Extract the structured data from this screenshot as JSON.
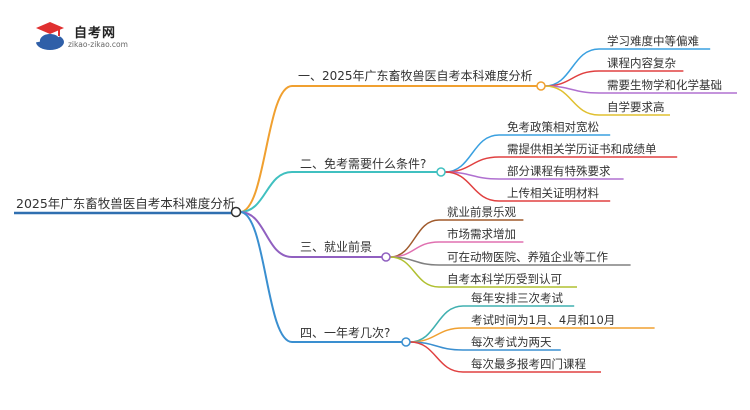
{
  "logo": {
    "brand": "自考网",
    "domain": "zikao-zikao.com"
  },
  "mindmap": {
    "root": "2025年广东畜牧兽医自考本科难度分析",
    "branches": [
      {
        "label": "一、2025年广东畜牧兽医自考本科难度分析",
        "color": "#f0a030",
        "children": [
          {
            "label": "学习难度中等偏难",
            "color": "#3aa0e0"
          },
          {
            "label": "课程内容复杂",
            "color": "#e04040"
          },
          {
            "label": "需要生物学和化学基础",
            "color": "#b070d0"
          },
          {
            "label": "自学要求高",
            "color": "#e0c030"
          }
        ]
      },
      {
        "label": "二、免考需要什么条件?",
        "color": "#40c0c0",
        "children": [
          {
            "label": "免考政策相对宽松",
            "color": "#3aa0e0"
          },
          {
            "label": "需提供相关学历证书和成绩单",
            "color": "#e04040"
          },
          {
            "label": "部分课程有特殊要求",
            "color": "#b070d0"
          },
          {
            "label": "上传相关证明材料",
            "color": "#e04040"
          }
        ]
      },
      {
        "label": "三、就业前景",
        "color": "#9060c0",
        "children": [
          {
            "label": "就业前景乐观",
            "color": "#a05a2c"
          },
          {
            "label": "市场需求增加",
            "color": "#e070b0"
          },
          {
            "label": "可在动物医院、养殖企业等工作",
            "color": "#808080"
          },
          {
            "label": "自考本科学历受到认可",
            "color": "#b0c030"
          }
        ]
      },
      {
        "label": "四、一年考几次?",
        "color": "#3a8fd0",
        "children": [
          {
            "label": "每年安排三次考试",
            "color": "#40b0b0"
          },
          {
            "label": "考试时间为1月、4月和10月",
            "color": "#f0a030"
          },
          {
            "label": "每次考试为两天",
            "color": "#3a8fd0"
          },
          {
            "label": "每次最多报考四门课程",
            "color": "#e04040"
          }
        ]
      }
    ]
  }
}
